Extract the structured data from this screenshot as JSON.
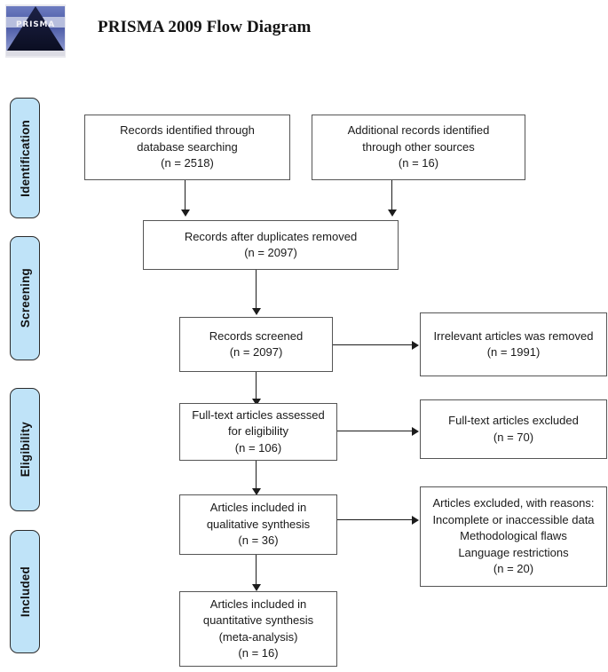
{
  "header": {
    "title": "PRISMA 2009 Flow Diagram",
    "logo_text": "PRISMA",
    "logo_alt": "prisma-pyramid-logo"
  },
  "colors": {
    "stage_fill": "#bfe3f8",
    "stage_border": "#2b2b2b",
    "box_border": "#555555",
    "connector": "#1c1c1c",
    "text": "#1a1a1a",
    "logo_background": "#5a6bb0",
    "logo_triangle": "#14183c"
  },
  "stages": [
    {
      "id": "identification",
      "label": "Identification"
    },
    {
      "id": "screening",
      "label": "Screening"
    },
    {
      "id": "eligibility",
      "label": "Eligibility"
    },
    {
      "id": "included",
      "label": "Included"
    }
  ],
  "boxes": {
    "database_search": {
      "line1": "Records identified through",
      "line2": "database searching",
      "count": "(n =  2518)",
      "text": "Records identified through\ndatabase searching\n(n =  2518)"
    },
    "other_sources": {
      "line1": "Additional records identified",
      "line2": "through other sources",
      "count": "(n = 16)",
      "text": "Additional records identified\nthrough other sources\n(n = 16)"
    },
    "duplicates_removed": {
      "line1": "Records after duplicates removed",
      "count": "(n = 2097)",
      "text": "Records after duplicates removed\n(n = 2097)"
    },
    "records_screened": {
      "line1": "Records screened",
      "count": "(n = 2097)",
      "text": "Records screened\n(n = 2097)"
    },
    "records_excluded": {
      "line1": "Irrelevant articles was removed",
      "count": "(n = 1991)",
      "text": "Irrelevant articles was removed\n(n = 1991)"
    },
    "fulltext_assessed": {
      "line1": "Full-text articles assessed",
      "line2": "for eligibility",
      "count": "(n = 106)",
      "text": "Full-text articles assessed\nfor eligibility\n(n = 106)"
    },
    "fulltext_excluded": {
      "line1": "Full-text articles excluded",
      "count": "(n = 70)",
      "text": "Full-text articles excluded\n(n = 70)"
    },
    "qualitative_synthesis": {
      "line1": "Articles included in",
      "line2": "qualitative synthesis",
      "count": "(n = 36)",
      "text": "Articles included in\nqualitative synthesis\n(n = 36)"
    },
    "excluded_with_reasons": {
      "heading": "Articles excluded, with reasons:",
      "reasons": [
        "Incomplete or inaccessible data",
        "Methodological flaws",
        "Language restrictions"
      ],
      "count": "(n = 20)",
      "text": "Articles excluded, with reasons:\nIncomplete or inaccessible data\nMethodological flaws\nLanguage restrictions\n(n = 20)"
    },
    "quantitative_synthesis": {
      "line1": "Articles included in",
      "line2": "quantitative synthesis",
      "line3": "(meta-analysis)",
      "count": "(n = 16)",
      "text": "Articles included in\nquantitative synthesis\n(meta-analysis)\n(n = 16)"
    }
  },
  "flow": {
    "database_search_to_duplicates": "arrow-down",
    "other_sources_to_duplicates": "arrow-down",
    "duplicates_to_screened": "arrow-down",
    "screened_to_excluded": "arrow-right",
    "screened_to_fulltext": "arrow-down",
    "fulltext_to_excluded": "arrow-right",
    "fulltext_to_qualitative": "arrow-down",
    "qualitative_to_reasons": "arrow-right",
    "qualitative_to_quantitative": "arrow-down"
  }
}
